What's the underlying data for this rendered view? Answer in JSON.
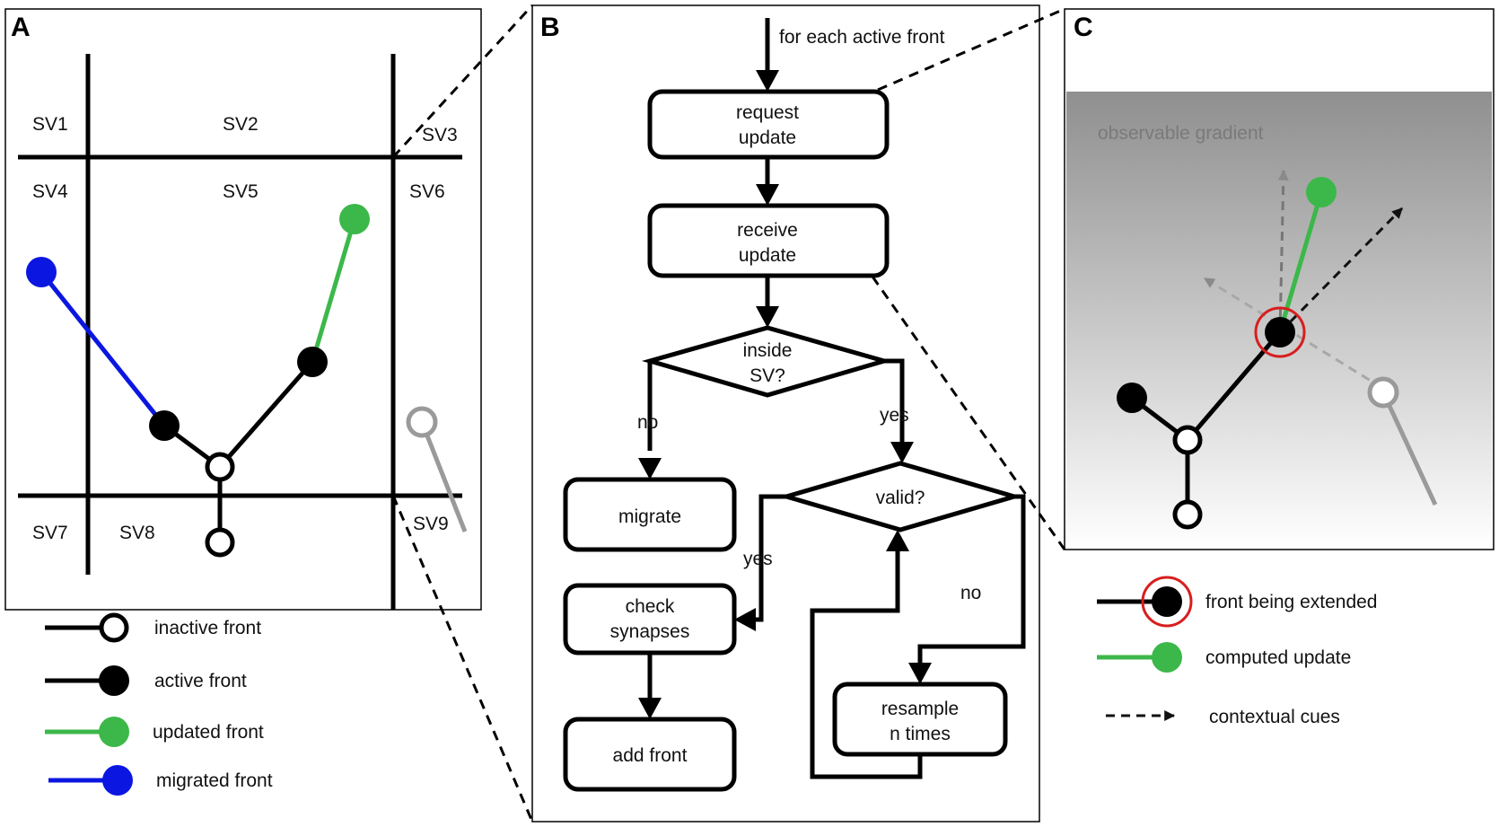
{
  "panels": {
    "a": {
      "letter": "A",
      "regions": [
        "SV1",
        "SV2",
        "SV3",
        "SV4",
        "SV5",
        "SV6",
        "SV7",
        "SV8",
        "SV9"
      ],
      "legend": {
        "inactive": "inactive front",
        "active": "active front",
        "updated": "updated front",
        "migrated": "migrated front"
      }
    },
    "b": {
      "letter": "B",
      "start_label": "for each active front",
      "request_update": [
        "request",
        "update"
      ],
      "receive_update": [
        "receive",
        "update"
      ],
      "inside_sv": [
        "inside",
        "SV?"
      ],
      "valid": "valid?",
      "migrate": "migrate",
      "check_synapses": [
        "check",
        "synapses"
      ],
      "add_front": "add front",
      "resample": [
        "resample",
        "n times"
      ],
      "edge_no_1": "no",
      "edge_yes_1": "yes",
      "edge_yes_2": "yes",
      "edge_no_2": "no"
    },
    "c": {
      "letter": "C",
      "gradient_label": "observable gradient",
      "legend": {
        "extended": "front being extended",
        "computed": "computed update",
        "cues": "contextual cues"
      }
    }
  },
  "colors": {
    "line": "#000000",
    "green": "#3cb84a",
    "blue": "#0b17e0",
    "gray": "#9a9a9a",
    "red": "#d81e1e",
    "gradient_top": "#8f8f8f",
    "gradient_bottom": "#ffffff"
  }
}
